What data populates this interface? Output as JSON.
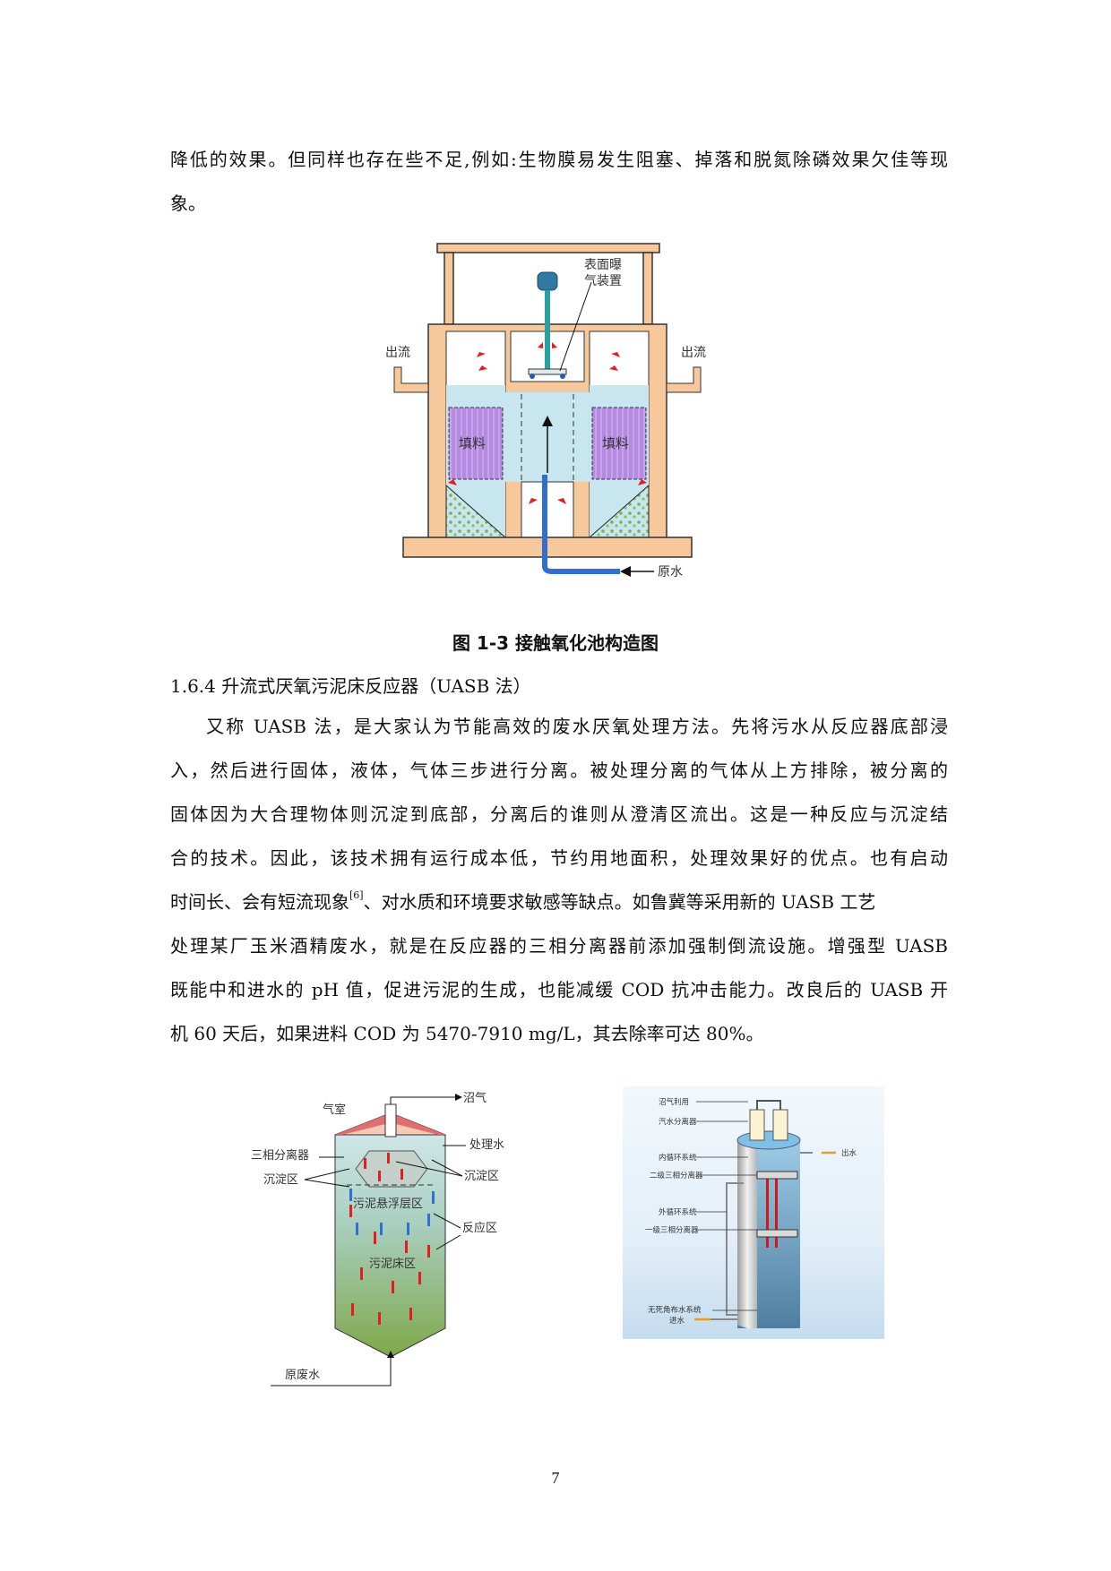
{
  "intro": {
    "lines": [
      "降低的效果。但同样也存在些不足,例如:生物膜易发生阻塞、掉落和脱氮除磷效果欠佳等现",
      "象。"
    ]
  },
  "figure_1_3": {
    "caption": "图 1-3 接触氧化池构造图",
    "labels": {
      "aerator": [
        "表面曝",
        "气装置"
      ],
      "outflow_left": "出流",
      "outflow_right": "出流",
      "packing_left": "填料",
      "packing_right": "填料",
      "raw_water": "原水"
    },
    "colors": {
      "structure": "#f6c89c",
      "water": "#bfe3ef",
      "packing": "#b58be0",
      "sediment": "#c4e0a8",
      "arrow": "#e02020",
      "pipe": "#2f6fd0"
    }
  },
  "section": {
    "heading": "1.6.4 升流式厌氧污泥床反应器（UASB 法）",
    "paragraph_lines": [
      "又称 UASB 法，是大家认为节能高效的废水厌氧处理方法。先将污水从反应器底部浸",
      "入，然后进行固体，液体，气体三步进行分离。被处理分离的气体从上方排除，被分离的",
      "固体因为大合理物体则沉淀到底部，分离后的谁则从澄清区流出。这是一种反应与沉淀结",
      "合的技术。因此，该技术拥有运行成本低，节约用地面积，处理效果好的优点。也有启动",
      "时间长、会有短流现象",
      "、对水质和环境要求敏感等缺点。如鲁冀等采用新的 UASB 工艺",
      "处理某厂玉米酒精废水，就是在反应器的三相分离器前添加强制倒流设施。增强型 UASB",
      "既能中和进水的 pH 值，促进污泥的生成，也能减缓 COD 抗冲击能力。改良后的 UASB 开",
      "机 60 天后，如果进料 COD 为 5470-7910 mg/L，其去除率可达 80%。"
    ],
    "citation": "[6]"
  },
  "figure_uasb": {
    "labels": {
      "biogas": "沼气",
      "gas_chamber": "气室",
      "treated_water": "处理水",
      "three_phase_separator": "三相分离器",
      "settling_zone_left": "沉淀区",
      "settling_zone_right": "沉淀区",
      "sludge_suspension": "污泥悬浮层区",
      "reaction_zone": "反应区",
      "sludge_bed": "污泥床区",
      "raw_wastewater": "原废水"
    }
  },
  "figure_ic": {
    "labels": {
      "biogas_use": "沼气利用",
      "steam_water_separator": "汽水分离器",
      "internal_circulation": "内循环系统",
      "second_separator": "二级三相分离器",
      "external_circulation": "外循环系统",
      "first_separator": "一级三相分离器",
      "distribution": "无死角布水系统",
      "inlet": "进水",
      "outlet": "出水"
    }
  },
  "page": {
    "number": "7"
  }
}
